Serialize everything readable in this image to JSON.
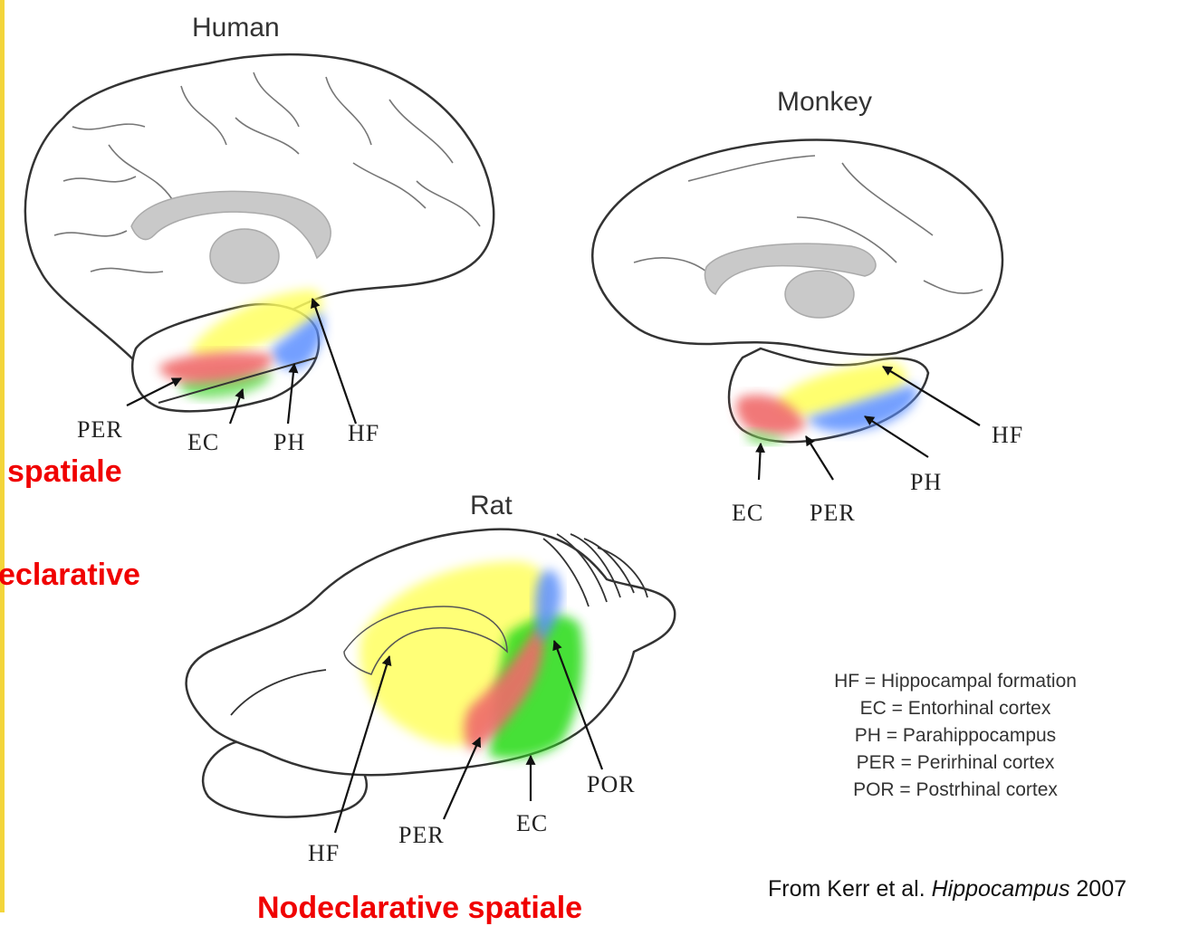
{
  "titles": {
    "human": "Human",
    "monkey": "Monkey",
    "rat": "Rat"
  },
  "human_labels": {
    "per": "PER",
    "ec": "EC",
    "ph": "PH",
    "hf": "HF"
  },
  "monkey_labels": {
    "ec": "EC",
    "per": "PER",
    "ph": "PH",
    "hf": "HF"
  },
  "rat_labels": {
    "hf": "HF",
    "per": "PER",
    "ec": "EC",
    "por": "POR"
  },
  "side_text": {
    "spatiale": "spatiale",
    "declarative": "eclarative",
    "bottom": "Nodeclarative spatiale"
  },
  "legend": [
    "HF = Hippocampal formation",
    "EC = Entorhinal cortex",
    "PH = Parahippocampus",
    "PER = Perirhinal cortex",
    "POR = Postrhinal cortex"
  ],
  "citation": {
    "prefix": "From Kerr et al. ",
    "journal": "Hippocampus",
    "year": " 2007"
  },
  "colors": {
    "hf": "#ffff60",
    "ec": "#66dd55",
    "ph": "#5b8fff",
    "per": "#f06a6a",
    "gray": "#c9c9c9",
    "accent_red": "#f00000"
  }
}
